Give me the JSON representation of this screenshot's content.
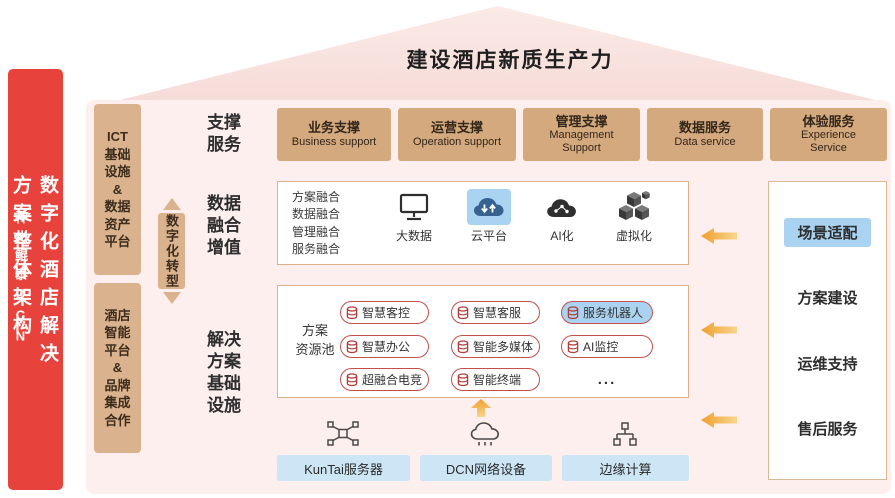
{
  "colors": {
    "brand_red": "#e7423b",
    "tan": "#d4a97e",
    "house_pink": "#fcefed",
    "roof_pink": "#f6dcd8",
    "highlight_blue": "#a9d3f0",
    "hardware_blue": "#cde6f6",
    "arrow_orange": "#ef9f2e",
    "item_border_red": "#c2504a"
  },
  "roof": {
    "title": "建设酒店新质生产力"
  },
  "banner": {
    "main": "数字化酒店解决方案整体架构",
    "sub": "神州鲲泰DCN"
  },
  "pillars": {
    "top": "ICT\n基础\n设施\n&\n数据\n资产\n平台",
    "bottom": "酒店\n智能\n平台\n&\n品牌\n集成\n合作",
    "connector": "数字化转型"
  },
  "support": {
    "label": "支撑\n服务",
    "boxes": [
      {
        "zh": "业务支撑",
        "en": "Business support"
      },
      {
        "zh": "运营支撑",
        "en": "Operation support"
      },
      {
        "zh": "管理支撑",
        "en": "Management Support"
      },
      {
        "zh": "数据服务",
        "en": "Data service"
      },
      {
        "zh": "体验服务",
        "en": "Experience Service"
      }
    ]
  },
  "fusion": {
    "label": "数据\n融合\n增值",
    "list": "方案融合\n数据融合\n管理融合\n服务融合",
    "icons": [
      {
        "label": "大数据"
      },
      {
        "label": "云平台"
      },
      {
        "label": "AI化"
      },
      {
        "label": "虚拟化"
      }
    ]
  },
  "solution": {
    "label": "解决\n方案\n基础\n设施",
    "pool": "方案\n资源池",
    "items": [
      "智慧客控",
      "智慧客服",
      "服务机器人",
      "智慧办公",
      "智能多媒体",
      "AI监控",
      "超融合电竞",
      "智能终端",
      "..."
    ]
  },
  "hardware": [
    {
      "label": "KunTai服务器"
    },
    {
      "label": "DCN网络设备"
    },
    {
      "label": "边缘计算"
    }
  ],
  "right_panel": {
    "items": [
      "场景适配",
      "方案建设",
      "运维支持",
      "售后服务"
    ]
  }
}
